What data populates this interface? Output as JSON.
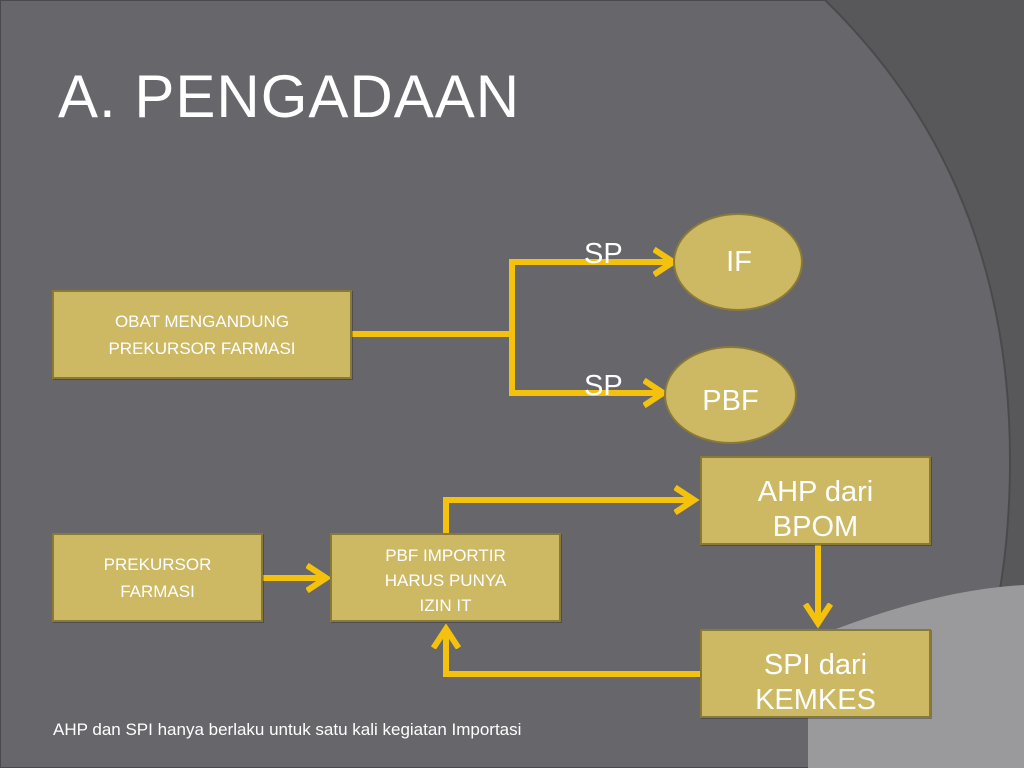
{
  "title": "A. PENGADAAN",
  "colors": {
    "background": "#58585a",
    "panel": "#67666b",
    "box_fill": "#cdb863",
    "arrow": "#f4c20d",
    "text": "#ffffff"
  },
  "boxes": {
    "obat": "OBAT MENGANDUNG\nPREKURSOR FARMASI",
    "prekursor": "PREKURSOR\nFARMASI",
    "pbf_importir": "PBF IMPORTIR\nHARUS PUNYA\nIZIN IT",
    "ahp": "AHP dari\nBPOM",
    "spi": "SPI dari\nKEMKES"
  },
  "nodes": {
    "if": "IF",
    "pbf": "PBF"
  },
  "labels": {
    "sp_top": "SP",
    "sp_bottom": "SP"
  },
  "note": "AHP dan SPI hanya berlaku untuk satu kali kegiatan Importasi"
}
